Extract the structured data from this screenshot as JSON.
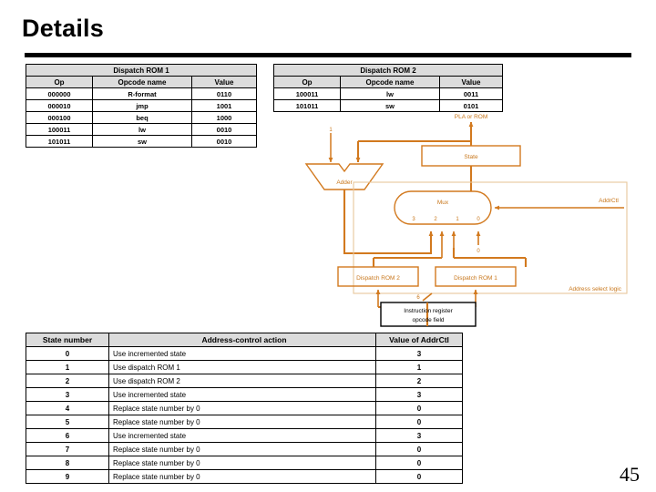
{
  "slide": {
    "title": "Details",
    "page_number": "45",
    "rule_color": "#000000"
  },
  "rom1_table": {
    "name": "Dispatch ROM 1",
    "columns": [
      "Op",
      "Opcode name",
      "Value"
    ],
    "rows": [
      [
        "000000",
        "R-format",
        "0110"
      ],
      [
        "000010",
        "jmp",
        "1001"
      ],
      [
        "000100",
        "beq",
        "1000"
      ],
      [
        "100011",
        "lw",
        "0010"
      ],
      [
        "101011",
        "sw",
        "0010"
      ]
    ]
  },
  "rom2_table": {
    "name": "Dispatch ROM 2",
    "columns": [
      "Op",
      "Opcode name",
      "Value"
    ],
    "rows": [
      [
        "100011",
        "lw",
        "0011"
      ],
      [
        "101011",
        "sw",
        "0101"
      ]
    ]
  },
  "addrctl_table": {
    "columns": [
      "State number",
      "Address-control action",
      "Value of AddrCtl"
    ],
    "rows": [
      [
        "0",
        "Use incremented state",
        "3"
      ],
      [
        "1",
        "Use dispatch ROM 1",
        "1"
      ],
      [
        "2",
        "Use dispatch ROM 2",
        "2"
      ],
      [
        "3",
        "Use incremented state",
        "3"
      ],
      [
        "4",
        "Replace state number by 0",
        "0"
      ],
      [
        "5",
        "Replace state number by 0",
        "0"
      ],
      [
        "6",
        "Use incremented state",
        "3"
      ],
      [
        "7",
        "Replace state number by 0",
        "0"
      ],
      [
        "8",
        "Replace state number by 0",
        "0"
      ],
      [
        "9",
        "Replace state number by 0",
        "0"
      ]
    ]
  },
  "diagram": {
    "accent_color": "#d2791e",
    "labels": {
      "pla_or_rom": "PLA or ROM",
      "state": "State",
      "adder": "Adder",
      "adder_const": "1",
      "mux": "Mux",
      "mux_input_3": "3",
      "mux_input_2": "2",
      "mux_input_1": "1",
      "mux_input_0": "0",
      "zero_const": "0",
      "addrctl": "AddrCtl",
      "dispatch_rom_2": "Dispatch ROM 2",
      "dispatch_rom_1": "Dispatch ROM 1",
      "address_select_logic": "Address select logic",
      "opcode_width": "6",
      "instruction_register_line1": "Instruction register",
      "instruction_register_line2": "opcode field"
    }
  }
}
